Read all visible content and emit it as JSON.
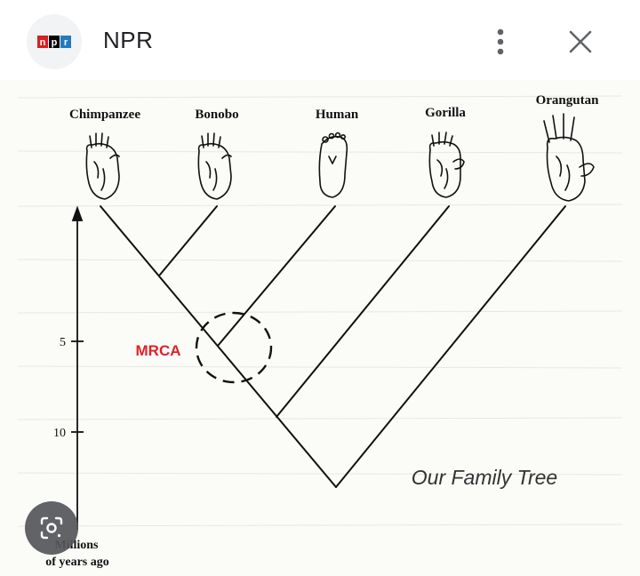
{
  "header": {
    "app_name": "NPR",
    "logo_text": "npr",
    "logo_colors": [
      "#d62021",
      "#000000",
      "#237bbd"
    ]
  },
  "icons": {
    "more": "more-vertical-icon",
    "close": "close-icon",
    "visual_search": "lens-search-icon"
  },
  "diagram": {
    "species": [
      "Chimpanzee",
      "Bonobo",
      "Human",
      "Gorilla",
      "Orangutan"
    ],
    "axis": {
      "ticks": [
        "5",
        "10"
      ],
      "label_line1": "Millions",
      "label_line2": "of years ago"
    },
    "annotation": "MRCA",
    "annotation_color": "#e0202a",
    "caption": "Our Family Tree"
  }
}
